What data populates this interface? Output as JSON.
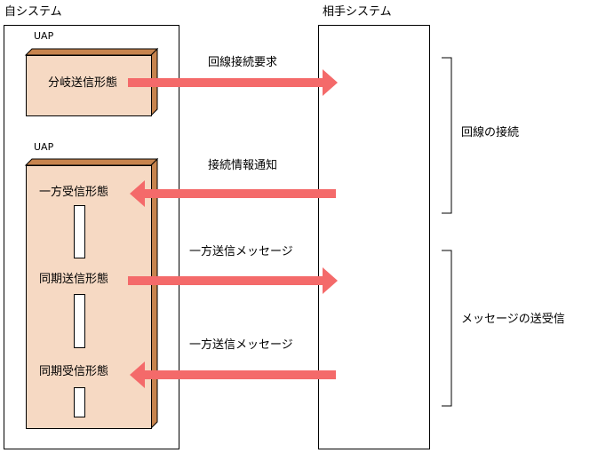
{
  "own_system": {
    "title": "自システム",
    "uap1": {
      "label": "UAP",
      "mode": "分岐送信形態"
    },
    "uap2": {
      "label": "UAP",
      "modes": [
        "一方受信形態",
        "同期送信形態",
        "同期受信形態"
      ]
    }
  },
  "partner_system": {
    "title": "相手システム"
  },
  "messages": [
    {
      "text": "回線接続要求",
      "direction": "right"
    },
    {
      "text": "接続情報通知",
      "direction": "left"
    },
    {
      "text": "一方送信メッセージ",
      "direction": "right"
    },
    {
      "text": "一方送信メッセージ",
      "direction": "left"
    }
  ],
  "phases": [
    {
      "text": "回線の接続"
    },
    {
      "text": "メッセージの送受信"
    }
  ],
  "colors": {
    "arrow": "#f46a6a",
    "uap_front": "#f6d9c3",
    "uap_side": "#c7844e"
  }
}
